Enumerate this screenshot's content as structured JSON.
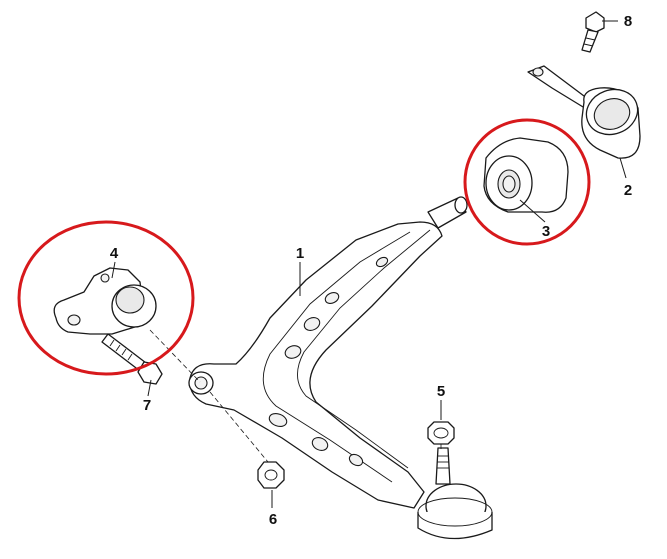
{
  "diagram": {
    "callouts": {
      "c1": "1",
      "c2": "2",
      "c3": "3",
      "c4": "4",
      "c5": "5",
      "c6": "6",
      "c7": "7",
      "c8": "8"
    },
    "highlight_color": "#d7191c"
  }
}
